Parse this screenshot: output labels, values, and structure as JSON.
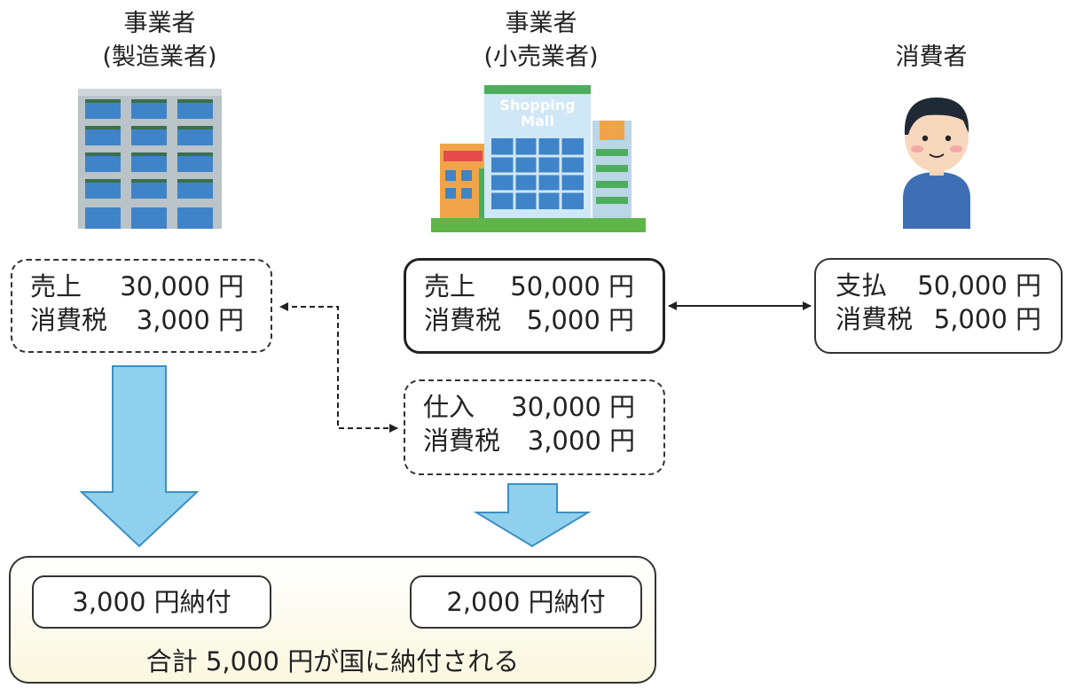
{
  "actors": {
    "manufacturer": {
      "line1": "事業者",
      "line2": "(製造業者)"
    },
    "retailer": {
      "line1": "事業者",
      "line2": "(小売業者)"
    },
    "consumer": {
      "line1": "消費者"
    }
  },
  "retailer_sign": {
    "line1": "Shopping",
    "line2": "Mall"
  },
  "manufacturer_box": {
    "row1_key": "売上",
    "row1_value": "30,000 円",
    "row2_key": "消費税",
    "row2_value": "3,000 円"
  },
  "retailer_sales_box": {
    "row1_key": "売上",
    "row1_value": "50,000 円",
    "row2_key": "消費税",
    "row2_value": "5,000 円"
  },
  "retailer_purchase_box": {
    "row1_key": "仕入",
    "row1_value": "30,000 円",
    "row2_key": "消費税",
    "row2_value": "3,000 円"
  },
  "consumer_box": {
    "row1_key": "支払",
    "row1_value": "50,000 円",
    "row2_key": "消費税",
    "row2_value": "5,000 円"
  },
  "payments": {
    "manufacturer": "3,000 円納付",
    "retailer": "2,000 円納付",
    "total": "合計 5,000 円が国に納付される"
  },
  "colors": {
    "arrow_fill": "#8fd0ee",
    "arrow_stroke": "#3d8fc0",
    "tray_bg": "#fbf7df"
  }
}
